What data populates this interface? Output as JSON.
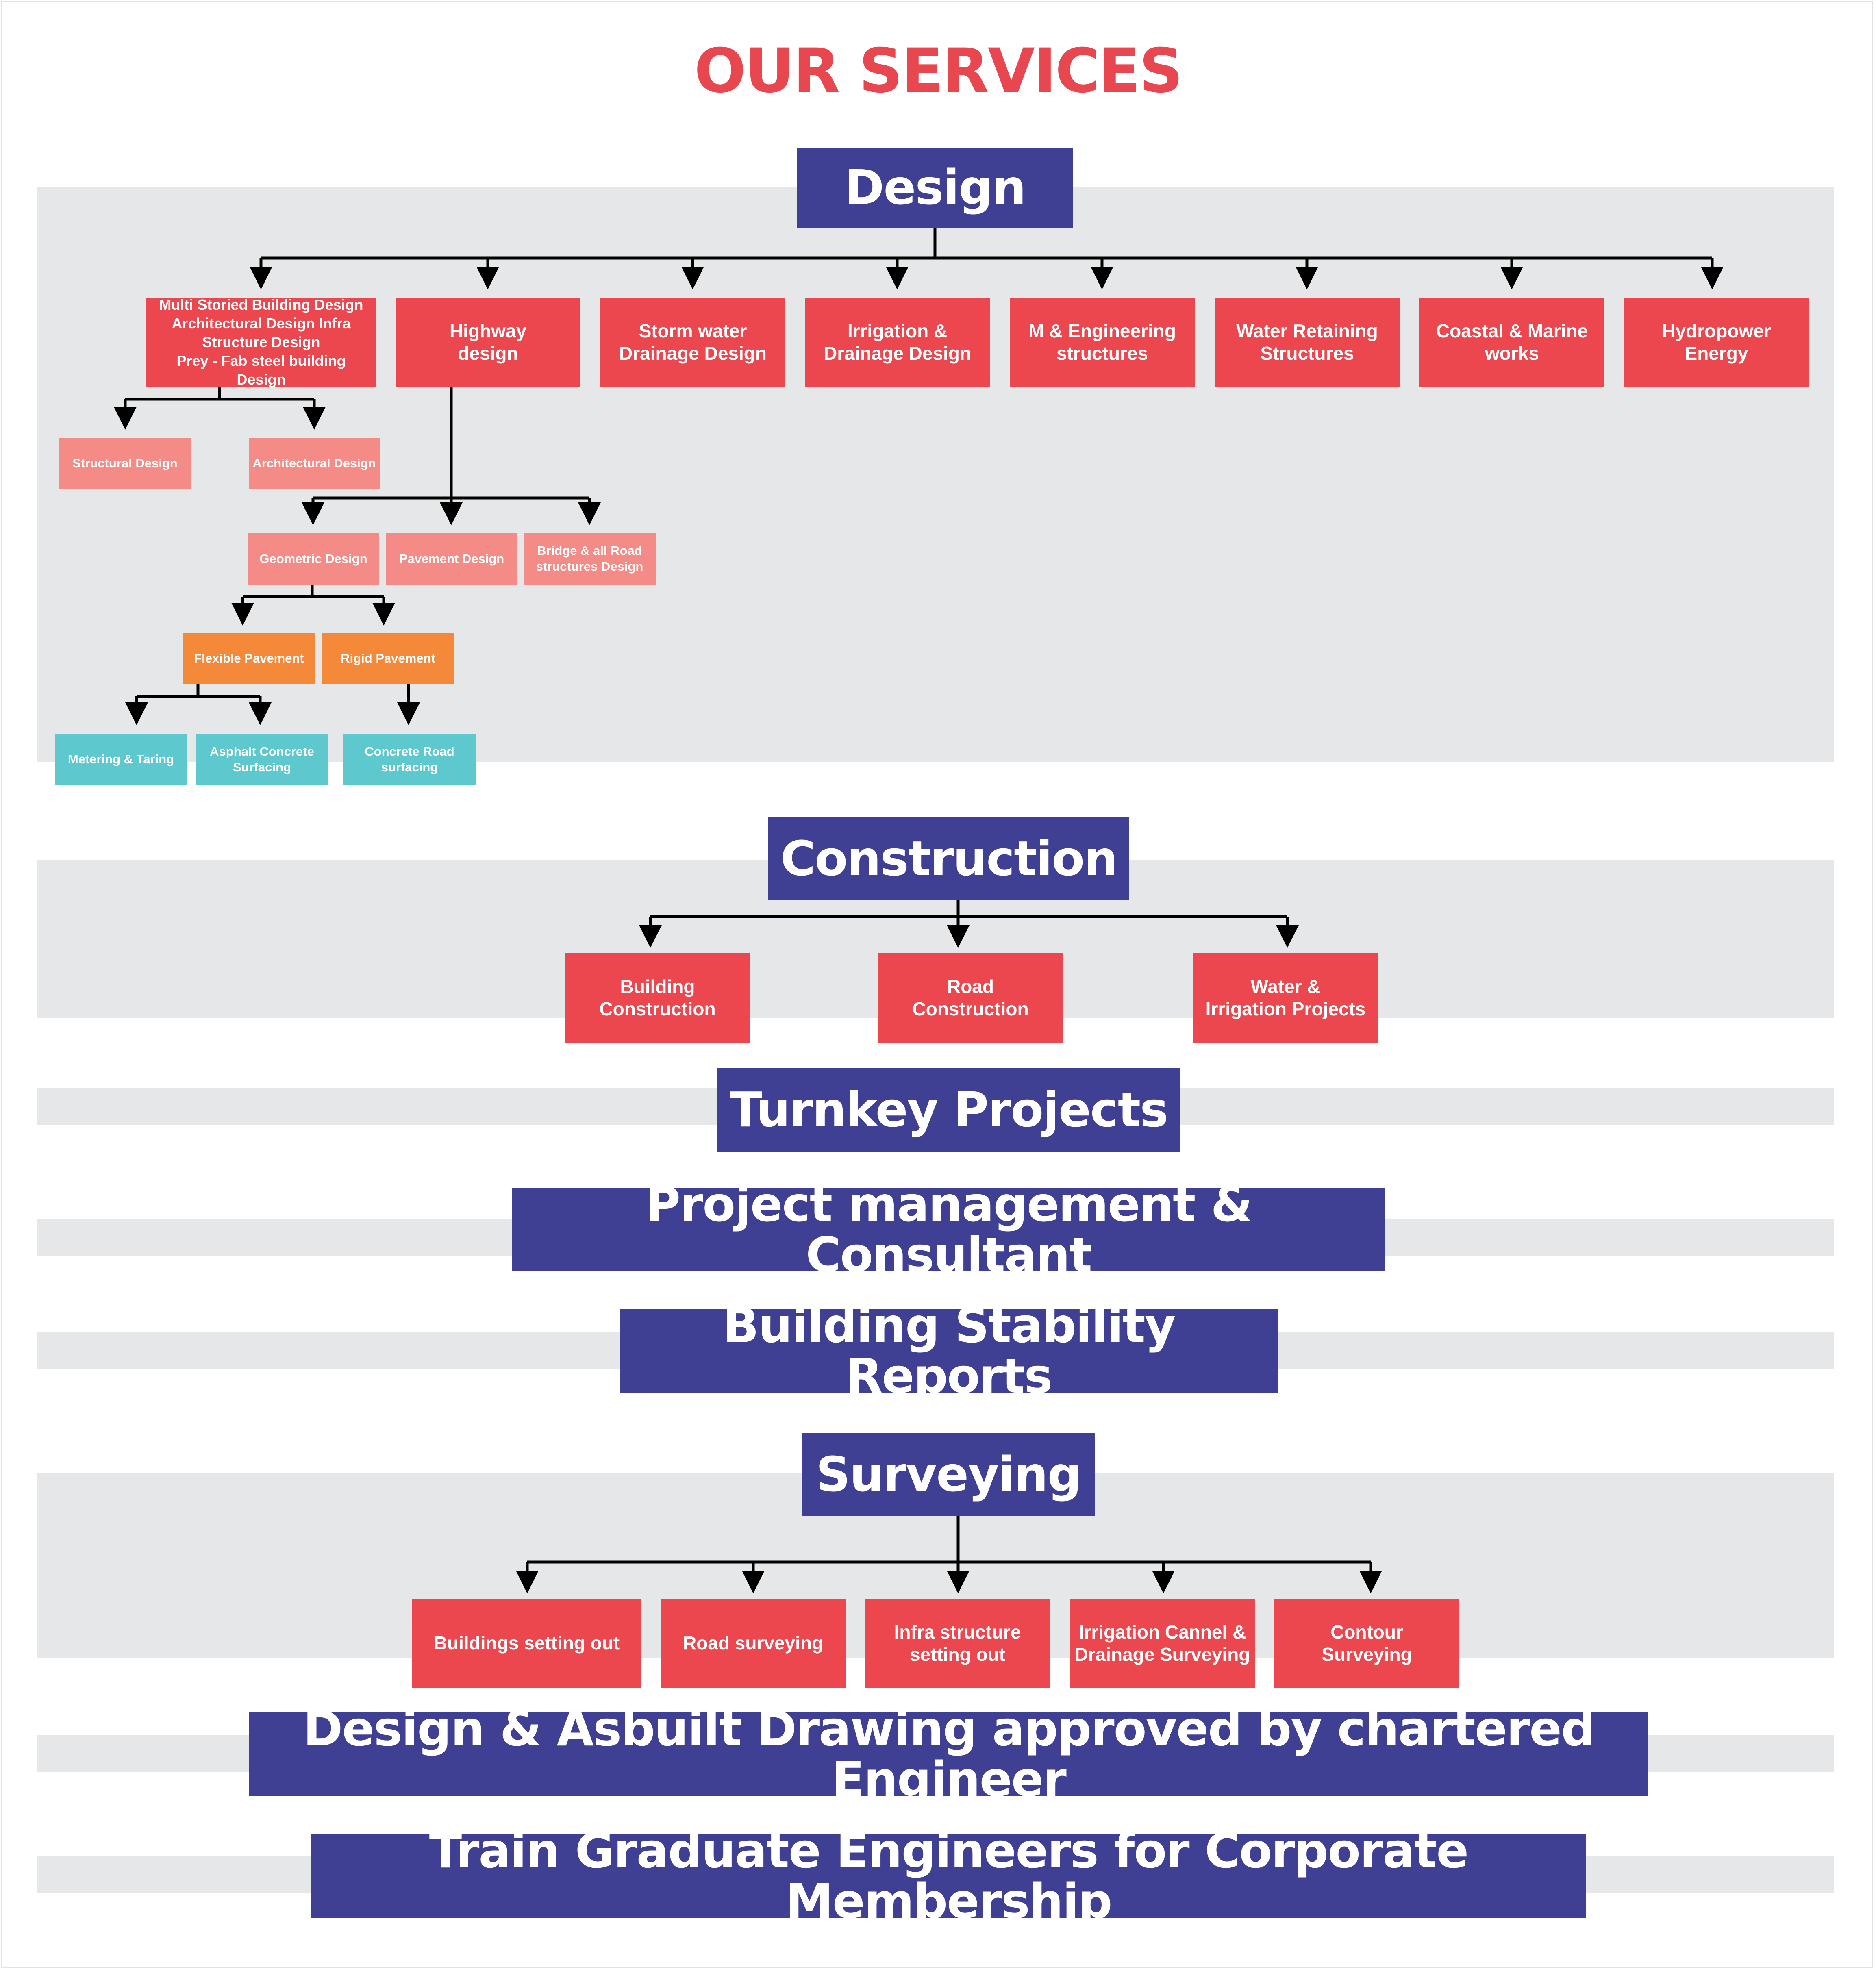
{
  "title": "OUR SERVICES",
  "colors": {
    "header_bg": "#3f3f93",
    "title": "#e9474f",
    "primary_box": "#ec474e",
    "secondary_box": "#f58b86",
    "tertiary_box": "#f4893a",
    "leaf_box": "#5dc9cf",
    "band": "#e6e7e9"
  },
  "design": {
    "header": "Design",
    "services": [
      "Multi Storied Building  Design\nArchitectural Design Infra\nStructure Design\nPrey - Fab steel building Design",
      "Highway\ndesign",
      "Storm water\nDrainage Design",
      "Irrigation &\nDrainage Design",
      "M & Engineering\nstructures",
      "Water Retaining\nStructures",
      "Coastal & Marine\nworks",
      "Hydropower\nEnergy"
    ],
    "building_sub": [
      "Structural Design",
      "Architectural Design"
    ],
    "highway_sub": [
      "Geometric Design",
      "Pavement Design",
      "Bridge & all Road\nstructures Design"
    ],
    "pavement_types": [
      "Flexible Pavement",
      "Rigid Pavement"
    ],
    "flexible_sub": [
      "Metering & Taring",
      "Asphalt Concrete\nSurfacing"
    ],
    "rigid_sub": [
      "Concrete Road\nsurfacing"
    ]
  },
  "construction": {
    "header": "Construction",
    "items": [
      "Building\nConstruction",
      "Road\nConstruction",
      "Water &\nIrrigation Projects"
    ]
  },
  "turnkey": {
    "header": "Turnkey Projects"
  },
  "project_management": {
    "header": "Project management & Consultant"
  },
  "stability": {
    "header": "Building Stability Reports"
  },
  "surveying": {
    "header": "Surveying",
    "items": [
      "Buildings setting out",
      "Road surveying",
      "Infra structure\nsetting out",
      "Irrigation Cannel &\nDrainage Surveying",
      "Contour\nSurveying"
    ]
  },
  "asbuilt": {
    "header": "Design & Asbuilt Drawing approved by chartered Engineer"
  },
  "training": {
    "header": "Train Graduate Engineers for Corporate Membership"
  }
}
